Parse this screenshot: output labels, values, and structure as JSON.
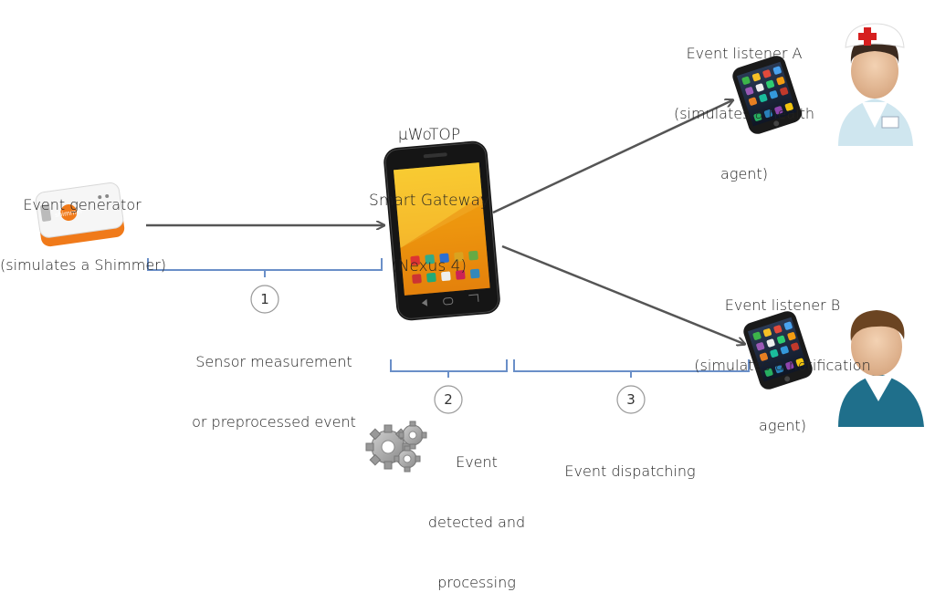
{
  "gateway": {
    "title_line1": "µWoTOP",
    "title_line2": "Smart Gateway",
    "title_line3": "(Nexus 4)"
  },
  "generator": {
    "line1": "Event generator",
    "line2": "(simulates a Shimmer)",
    "device_brand": "shimmer"
  },
  "listener_a": {
    "line1": "Event listener A",
    "line2": "(simulates a health",
    "line3": "agent)"
  },
  "listener_b": {
    "line1": "Event listener B",
    "line2": "(simulates a notification",
    "line3": "agent)"
  },
  "steps": [
    {
      "number": "1",
      "line1": "Sensor measurement",
      "line2": "or preprocessed event"
    },
    {
      "number": "2",
      "line1": "Event",
      "line2": "detected and",
      "line3": "processing"
    },
    {
      "number": "3",
      "line1": "Event dispatching"
    }
  ],
  "colors": {
    "bracket": "#6a8fc8",
    "arrow": "#555555",
    "shimmer_orange": "#f07a1a",
    "nurse_cross": "#d61f1f",
    "man_shirt": "#1f6f8b"
  }
}
